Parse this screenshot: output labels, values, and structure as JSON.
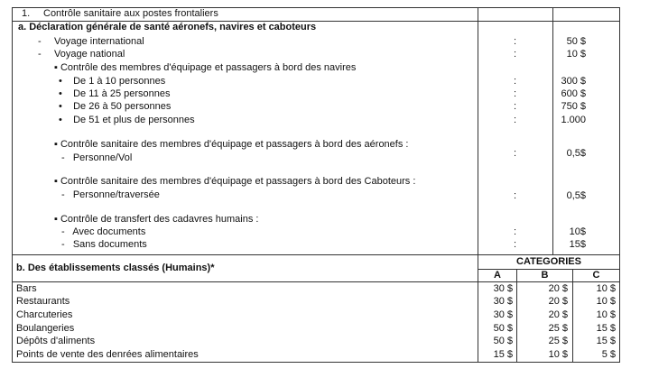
{
  "section1": {
    "number": "1.",
    "title": "Contrôle sanitaire aux postes frontaliers"
  },
  "section_a": {
    "title": "a.  Déclaration générale de santé aéronefs, navires et caboteurs",
    "rows": [
      {
        "label": "Voyage international",
        "marker": "-",
        "value": "50 $"
      },
      {
        "label": "Voyage national",
        "marker": "-",
        "value": "10 $"
      }
    ],
    "navires": {
      "title": "Contrôle des membres d'équipage et passagers à bord des navires",
      "rows": [
        {
          "label": "De 1 à 10 personnes",
          "value": "300 $"
        },
        {
          "label": "De 11 à 25 personnes",
          "value": "600 $"
        },
        {
          "label": "De 26 à 50 personnes",
          "value": "750 $"
        },
        {
          "label": "De 51 et plus de personnes",
          "value": "1.000"
        }
      ]
    },
    "aeronefs": {
      "title": "Contrôle sanitaire des membres d'équipage et passagers à bord des aéronefs :",
      "sub": "Personne/Vol",
      "value": "0,5$"
    },
    "caboteurs": {
      "title": "Contrôle sanitaire des membres d'équipage et passagers à bord des Caboteurs :",
      "sub": "Personne/traversée",
      "value": "0,5$"
    },
    "cadavres": {
      "title": "Contrôle de transfert des cadavres humains :",
      "rows": [
        {
          "label": "Avec documents",
          "value": "10$"
        },
        {
          "label": "Sans documents",
          "value": "15$"
        }
      ]
    },
    "colon": ":"
  },
  "section_b": {
    "title": "b. Des établissements classés (Humains)*",
    "categories_label": "CATEGORIES",
    "columns": [
      "A",
      "B",
      "C"
    ],
    "rows": [
      {
        "label": "Bars",
        "a": "30 $",
        "b": "20 $",
        "c": "10 $"
      },
      {
        "label": "Restaurants",
        "a": "30 $",
        "b": "20 $",
        "c": "10 $"
      },
      {
        "label": "Charcuteries",
        "a": "30 $",
        "b": "20 $",
        "c": "10 $"
      },
      {
        "label": "Boulangeries",
        "a": "50 $",
        "b": "25 $",
        "c": "15 $"
      },
      {
        "label": "Dépôts d'aliments",
        "a": "50 $",
        "b": "25 $",
        "c": "15 $"
      },
      {
        "label": "Points de vente des denrées alimentaires",
        "a": "15 $",
        "b": "10 $",
        "c": "5 $"
      }
    ]
  }
}
